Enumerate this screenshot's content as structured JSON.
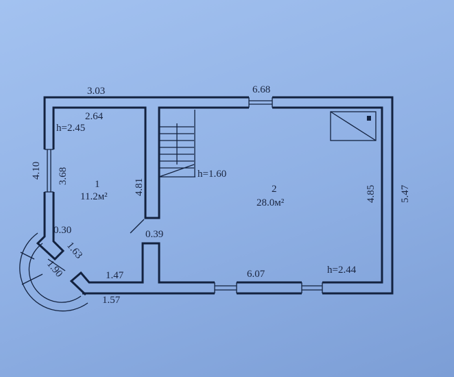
{
  "plan": {
    "dimensions": {
      "top_outer": "3.03",
      "room1_inner_top": "2.64",
      "room1_height": "h=2.45",
      "left_outer": "4.10",
      "left_inner": "3.68",
      "partition": "4.81",
      "stair_height": "h=1.60",
      "top_window": "6.68",
      "room2_inner_right": "4.85",
      "right_outer": "5.47",
      "tower_wall": "0.30",
      "tower_side": "1.63",
      "tower_diameter": "1.90",
      "bottom_left_inner": "1.47",
      "bottom_left_outer": "1.57",
      "partition_stub": "0.39",
      "bottom_inner": "6.07",
      "room2_height": "h=2.44"
    },
    "rooms": [
      {
        "number": "1",
        "area": "11.2м²"
      },
      {
        "number": "2",
        "area": "28.0м²"
      }
    ]
  }
}
